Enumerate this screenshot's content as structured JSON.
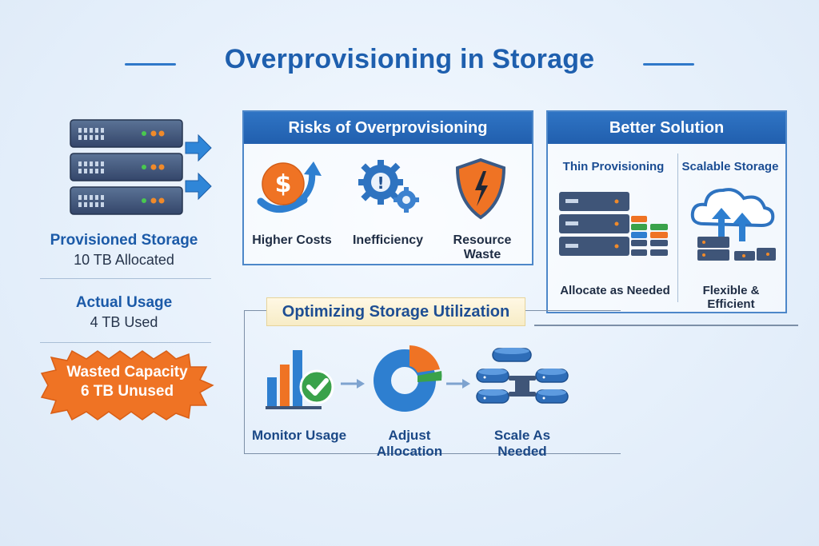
{
  "title": "Overprovisioning in Storage",
  "left": {
    "provisioned_label": "Provisioned Storage",
    "provisioned_value": "10 TB Allocated",
    "actual_label": "Actual Usage",
    "actual_value": "4 TB Used",
    "wasted_label": "Wasted Capacity",
    "wasted_value": "6 TB Unused"
  },
  "risks": {
    "header": "Risks of Overprovisioning",
    "items": [
      "Higher Costs",
      "Inefficiency",
      "Resource Waste"
    ]
  },
  "solution": {
    "header": "Better Solution",
    "thin_title": "Thin Provisioning",
    "thin_caption": "Allocate as Needed",
    "scalable_title": "Scalable Storage",
    "scalable_caption": "Flexible & Efficient"
  },
  "optimize": {
    "title": "Optimizing Storage Utilization",
    "steps": [
      "Monitor Usage",
      "Adjust Allocation",
      "Scale As Needed"
    ]
  },
  "colors": {
    "primary": "#215fae",
    "accent_orange": "#ef7324",
    "accent_green": "#3aa24a",
    "server_dark": "#3b4f6e"
  },
  "icons": [
    "server-rack-icon",
    "arrow-right-icon",
    "dollar-arrow-icon",
    "gears-icon",
    "shield-icon",
    "cloud-upload-icon",
    "bar-chart-check-icon",
    "donut-chart-icon",
    "database-cluster-icon"
  ]
}
